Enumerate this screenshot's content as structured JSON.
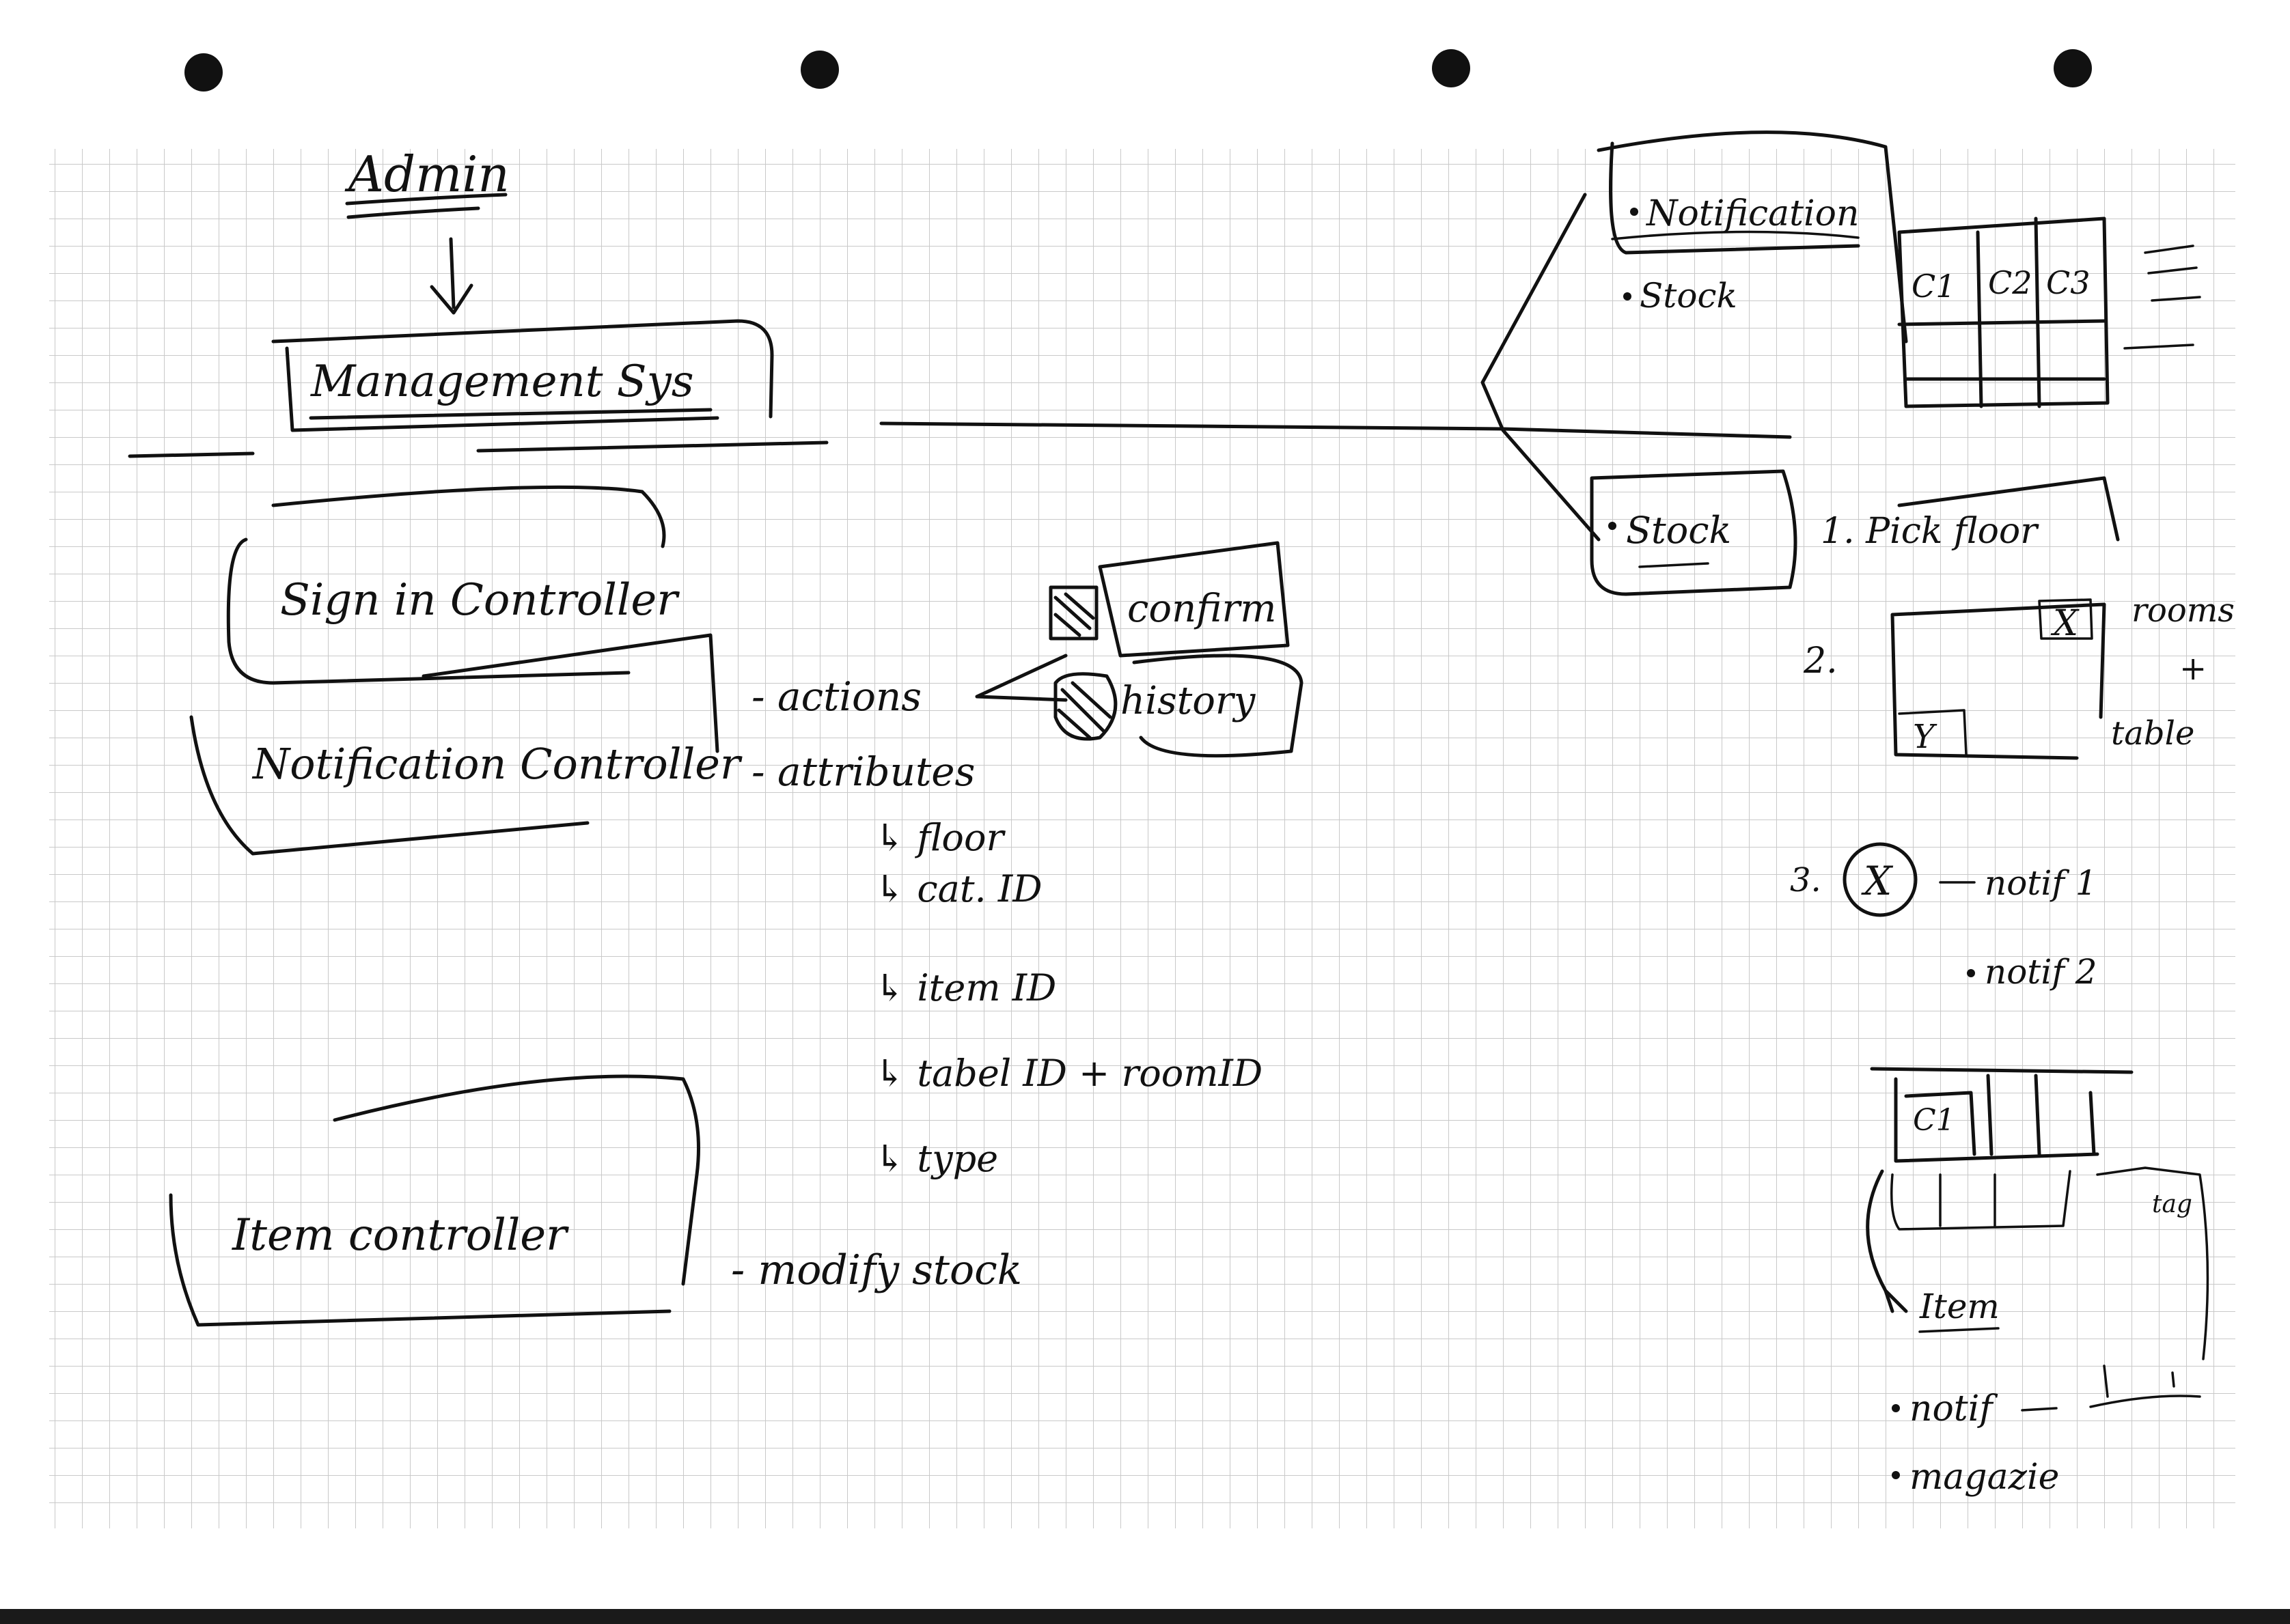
{
  "title": "Admin",
  "left": {
    "management": "Management Sys",
    "signin": "Sign in Controller",
    "notification_controller": "Notification Controller",
    "item_controller": "Item controller",
    "actions_label": "- actions",
    "attributes_label": "- attributes",
    "attributes": [
      "↳ floor",
      "↳ cat. ID",
      "↳ item ID",
      "↳ tabel ID + roomID",
      "↳ type"
    ],
    "modify_stock": "- modify stock",
    "confirm": "confirm",
    "history": "history"
  },
  "right": {
    "notification_item": "Notification",
    "stock_item": "Stock",
    "columns": [
      "C1",
      "C2",
      "C3"
    ],
    "stock_box": "Stock",
    "step1": "1. Pick floor",
    "step2": "2.",
    "rooms": "rooms",
    "plus": "+",
    "table": "table",
    "mark_x": "X",
    "mark_y": "Y",
    "step3": "3.",
    "circle_x": "X",
    "notif1": "notif 1",
    "notif2": "notif 2",
    "c1_small": "C1",
    "tag": "tag",
    "item": "Item",
    "notif_bottom": "notif",
    "magazie": "magazie"
  }
}
